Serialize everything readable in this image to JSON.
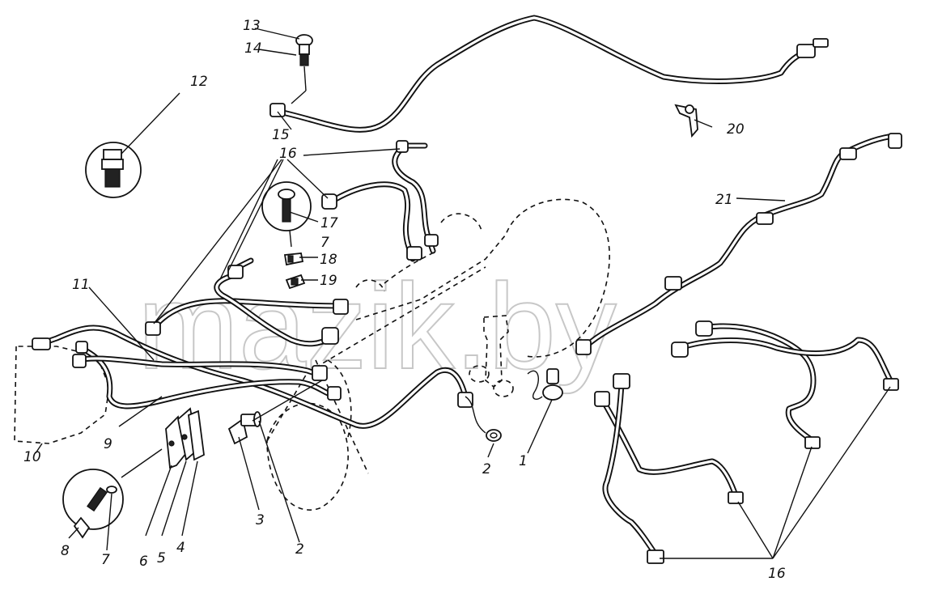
{
  "watermark": "mazik.by",
  "labels": {
    "l1": "1",
    "l2a": "2",
    "l2b": "2",
    "l3": "3",
    "l4": "4",
    "l5": "5",
    "l6": "6",
    "l7a": "7",
    "l7b": "7",
    "l8": "8",
    "l9": "9",
    "l10": "10",
    "l11": "11",
    "l12": "12",
    "l13": "13",
    "l14": "14",
    "l15": "15",
    "l16a": "16",
    "l16b": "16",
    "l17": "17",
    "l18": "18",
    "l19": "19",
    "l20": "20",
    "l21": "21"
  }
}
